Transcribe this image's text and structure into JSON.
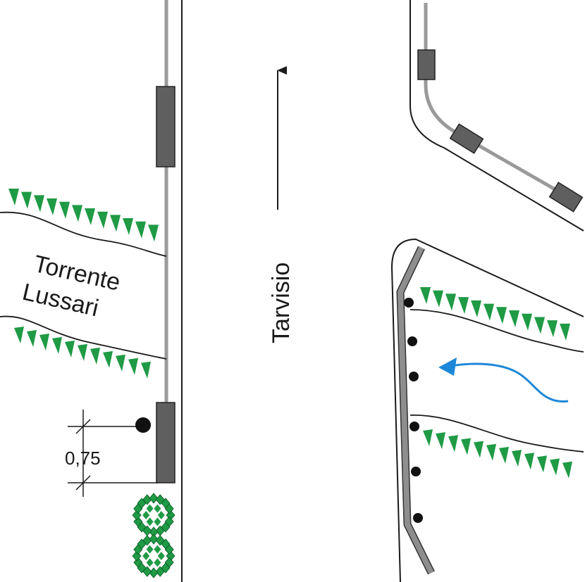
{
  "labels": {
    "stream_line1": "Torrente",
    "stream_line2": "Lussari",
    "direction": "Tarvisio",
    "dimension": "0,75"
  },
  "colors": {
    "road_edge": "#1a1a1a",
    "barrier_rail": "#9a9a9a",
    "barrier_block": "#5f5f5f",
    "vegetation": "#1f9a45",
    "water_arrow": "#1e88d8",
    "dot": "#111111",
    "background": "#ffffff"
  },
  "icons": {
    "direction_arrow": "arrow-up-icon",
    "flow_arrow": "curved-arrow-left-icon",
    "shrub": "shrub-icon"
  }
}
